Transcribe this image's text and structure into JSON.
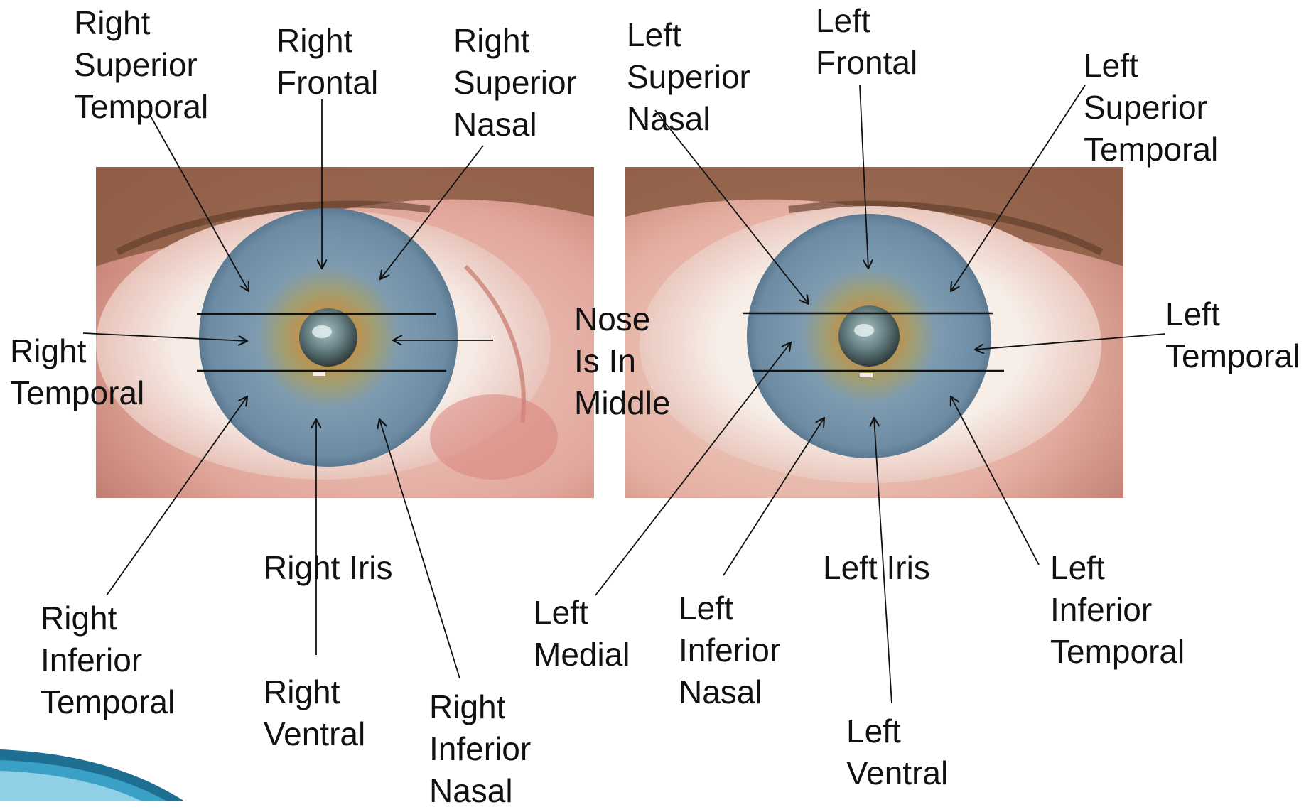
{
  "colors": {
    "text": "#111111",
    "line": "#111111",
    "skin": "#e2a79c",
    "sclera": "#f3e4dd",
    "iris_outer": "#6f8fa6",
    "iris_inner": "#b88a48",
    "pupil": "#4f6366",
    "accent": "#2a86a8"
  },
  "right_eye": {
    "photo_name": "right-eye-photo"
  },
  "left_eye": {
    "photo_name": "left-eye-photo"
  },
  "labels": {
    "right_superior_temporal": "Right\nSuperior\nTemporal",
    "right_frontal": "Right\nFrontal",
    "right_superior_nasal": "Right\nSuperior\nNasal",
    "left_superior_nasal": "Left\nSuperior\nNasal",
    "left_frontal": "Left\nFrontal",
    "left_superior_temporal": "Left\nSuperior\nTemporal",
    "right_temporal": "Right\nTemporal",
    "nose_in_middle": "Nose\nIs In\nMiddle",
    "left_temporal": "Left\nTemporal",
    "right_iris": "Right Iris",
    "left_iris": "Left Iris",
    "left_medial": "Left\nMedial",
    "left_inferior_nasal": "Left\nInferior\nNasal",
    "left_inferior_temporal": "Left\nInferior\nTemporal",
    "right_inferior_temporal": "Right\nInferior\nTemporal",
    "right_ventral": "Right\nVentral",
    "right_inferior_nasal": "Right\nInferior\nNasal",
    "left_ventral": "Left\nVentral"
  }
}
